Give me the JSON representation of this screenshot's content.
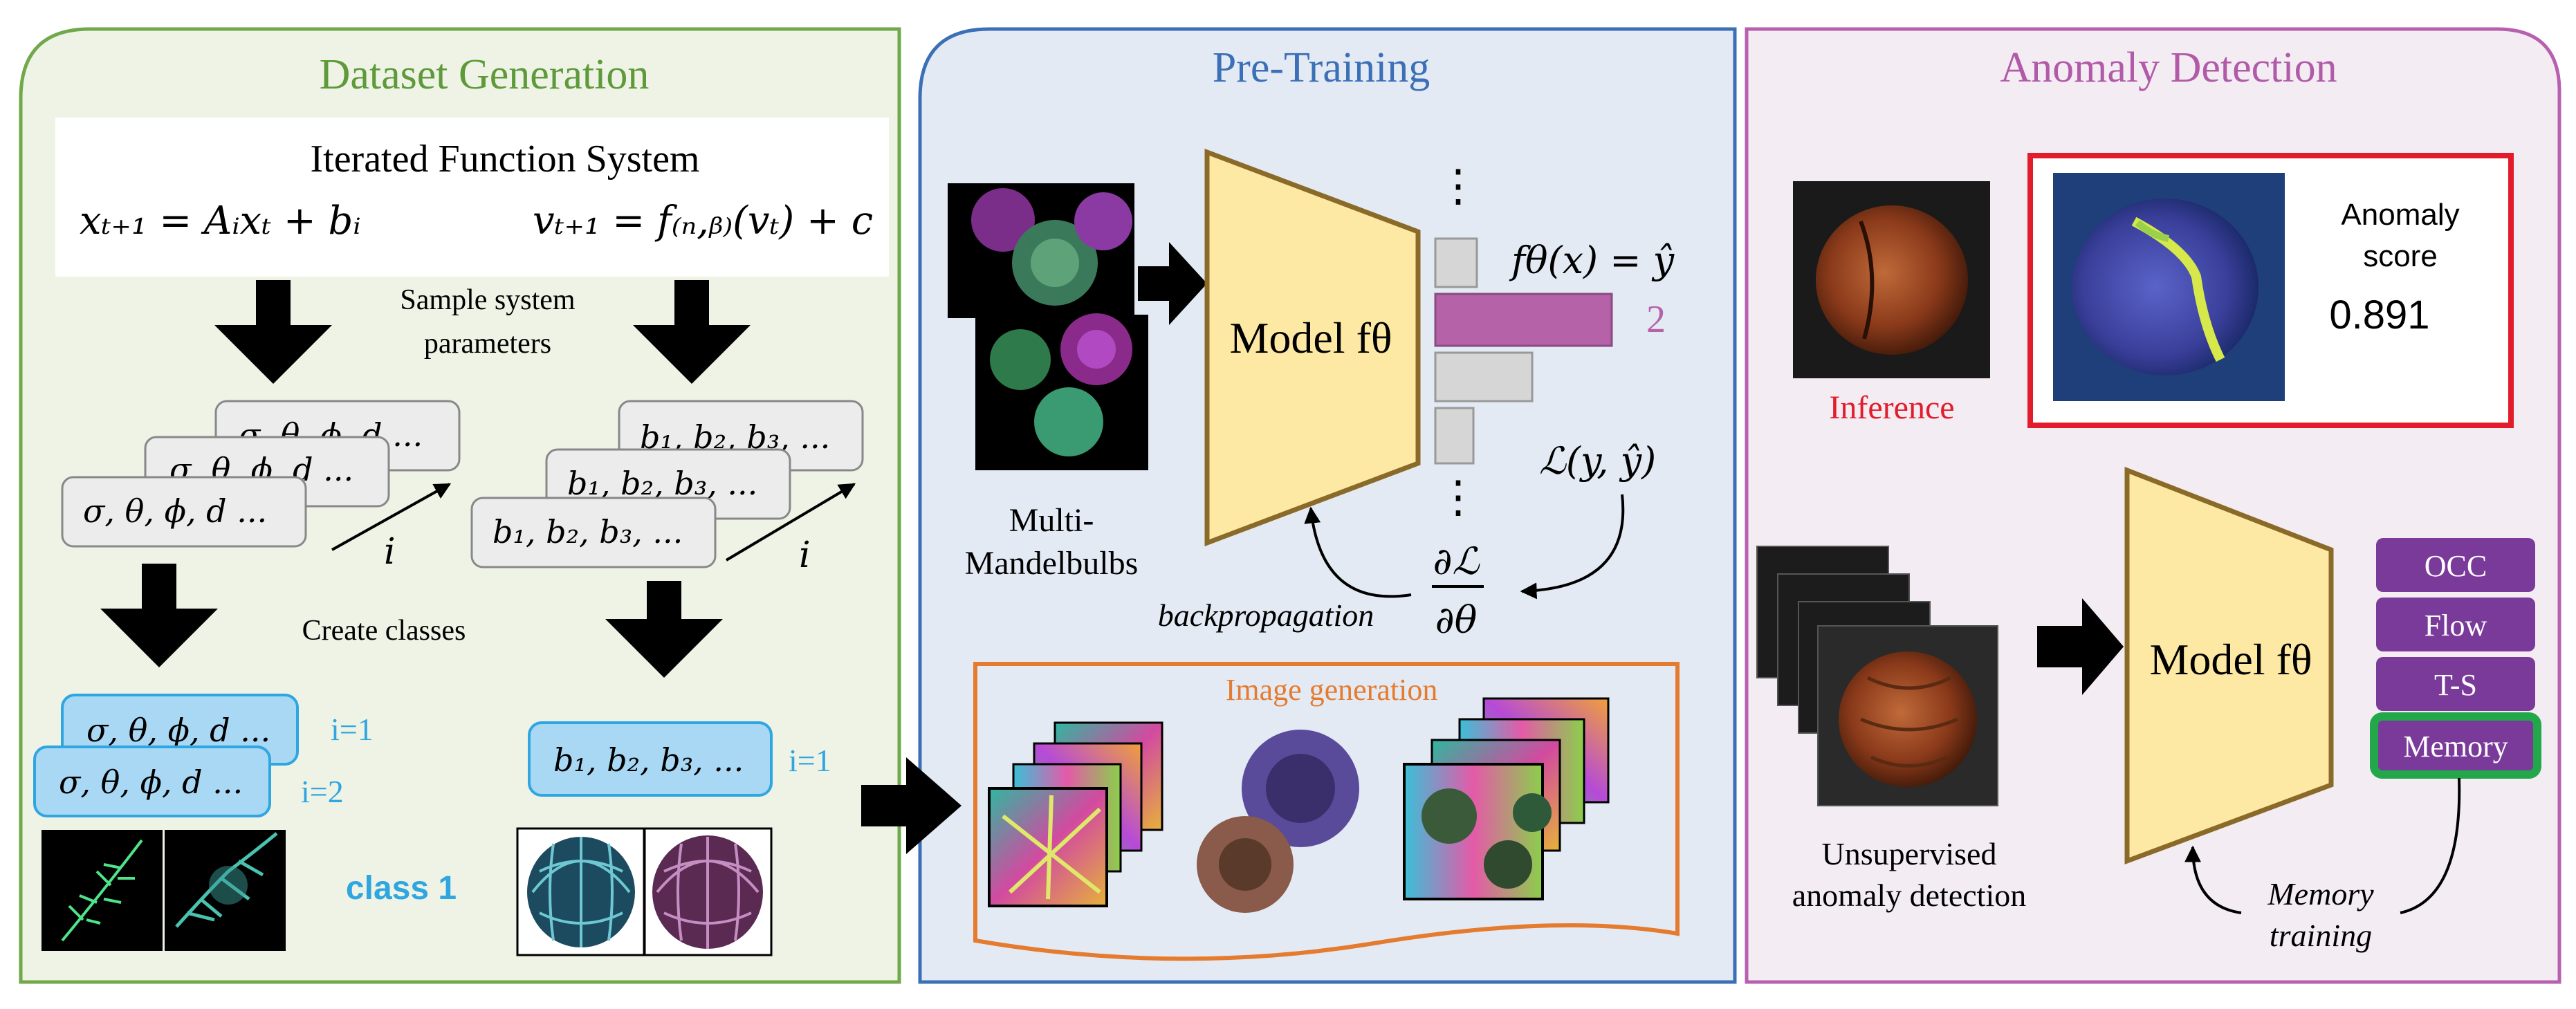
{
  "panels": {
    "dataset": {
      "title": "Dataset Generation",
      "ifs_title": "Iterated Function System",
      "eq_left": "xₜ₊₁ = Aᵢxₜ + bᵢ",
      "eq_right": "vₜ₊₁ = f₍ₙ,ᵦ₎(vₜ) + c",
      "sample_label_1": "Sample system",
      "sample_label_2": "parameters",
      "param_left": "σ, θ, ϕ, d ...",
      "param_right": "b₁, b₂, b₃, ...",
      "iter_label": "i",
      "create_classes": "Create classes",
      "class_i1": "i=1",
      "class_i2": "i=2",
      "class_label": "class 1"
    },
    "pretraining": {
      "title": "Pre-Training",
      "multi_1": "Multi-",
      "multi_2": "Mandelbulbs",
      "model_label": "Model fθ",
      "dots": "⋮",
      "output_eq": "fθ(x) = ŷ",
      "class_index": "2",
      "loss": "ℒ(y, ŷ)",
      "grad_num": "∂ℒ",
      "grad_den": "∂θ",
      "backprop": "backpropagation",
      "image_gen": "Image generation"
    },
    "anomaly": {
      "title": "Anomaly Detection",
      "inference": "Inference",
      "anomaly_score_1": "Anomaly",
      "anomaly_score_2": "score",
      "score_value": "0.891",
      "model_label": "Model fθ",
      "unsup_1": "Unsupervised",
      "unsup_2": "anomaly detection",
      "methods": [
        "OCC",
        "Flow",
        "T-S",
        "Memory"
      ],
      "memory_1": "Memory",
      "memory_2": "training"
    }
  },
  "colors": {
    "dataset_border": "#70a84a",
    "dataset_fill": "#eef3e6",
    "dataset_title": "#5e9a3a",
    "pretrain_border": "#3b6fb6",
    "pretrain_fill": "#e3eaf4",
    "pretrain_title": "#3b6fb6",
    "anomaly_border": "#b760b0",
    "anomaly_fill": "#f4ecf3",
    "anomaly_title": "#b05aa8",
    "model_fill": "#fde9a4",
    "model_border": "#8a6a28",
    "highlight_bar": "#b562a8",
    "blue_text": "#2fa6e0",
    "blue_box": "#a9d8f5",
    "gray_box": "#ececec",
    "orange": "#e57b2e",
    "red": "#e21c2b",
    "purple_box": "#7a3a9a",
    "green_box": "#22a84a"
  }
}
